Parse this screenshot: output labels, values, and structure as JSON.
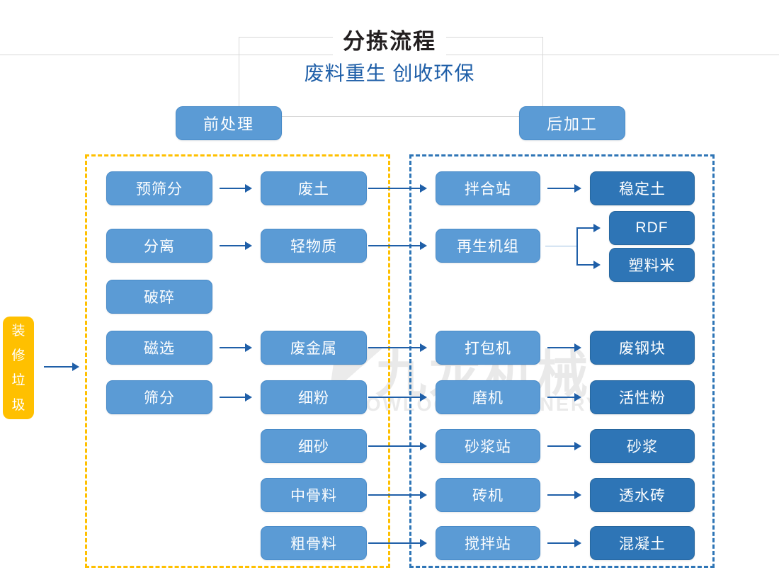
{
  "header": {
    "title": "分拣流程",
    "subtitle": "废料重生 创收环保"
  },
  "watermark": {
    "cn": "九龙机械",
    "en": "KOWLOONMACHINERY"
  },
  "sections": {
    "pre_label": "前处理",
    "post_label": "后加工"
  },
  "source": {
    "label": "装修垃圾"
  },
  "colors": {
    "node_light": "#5b9bd5",
    "node_dark": "#2e75b6",
    "source": "#ffc000",
    "dash_pre": "#ffc000",
    "dash_post": "#2e75b6",
    "arrow": "#1f5fa8",
    "title": "#231f20",
    "subtitle": "#1f5fa8"
  },
  "nodes": {
    "pre_process": [
      {
        "id": "pre-screening",
        "label": "预筛分"
      },
      {
        "id": "separation",
        "label": "分离"
      },
      {
        "id": "crushing",
        "label": "破碎"
      },
      {
        "id": "magnetic-separation",
        "label": "磁选"
      },
      {
        "id": "sieving",
        "label": "筛分"
      }
    ],
    "materials": [
      {
        "id": "waste-soil",
        "label": "废土"
      },
      {
        "id": "light-material",
        "label": "轻物质"
      },
      {
        "id": "scrap-metal",
        "label": "废金属"
      },
      {
        "id": "fine-powder",
        "label": "细粉"
      },
      {
        "id": "fine-sand",
        "label": "细砂"
      },
      {
        "id": "medium-aggregate",
        "label": "中骨料"
      },
      {
        "id": "coarse-aggregate",
        "label": "粗骨料"
      }
    ],
    "post_process": [
      {
        "id": "mixing-station",
        "label": "拌合站"
      },
      {
        "id": "recycling-unit",
        "label": "再生机组"
      },
      {
        "id": "baler",
        "label": "打包机"
      },
      {
        "id": "grinder",
        "label": "磨机"
      },
      {
        "id": "mortar-station",
        "label": "砂浆站"
      },
      {
        "id": "brick-machine",
        "label": "砖机"
      },
      {
        "id": "concrete-station",
        "label": "搅拌站"
      }
    ],
    "products": [
      {
        "id": "stabilized-soil",
        "label": "稳定土"
      },
      {
        "id": "rdf",
        "label": "RDF"
      },
      {
        "id": "plastic-pellets",
        "label": "塑料米"
      },
      {
        "id": "scrap-steel-block",
        "label": "废钢块"
      },
      {
        "id": "active-powder",
        "label": "活性粉"
      },
      {
        "id": "mortar",
        "label": "砂浆"
      },
      {
        "id": "permeable-brick",
        "label": "透水砖"
      },
      {
        "id": "concrete",
        "label": "混凝土"
      }
    ]
  }
}
